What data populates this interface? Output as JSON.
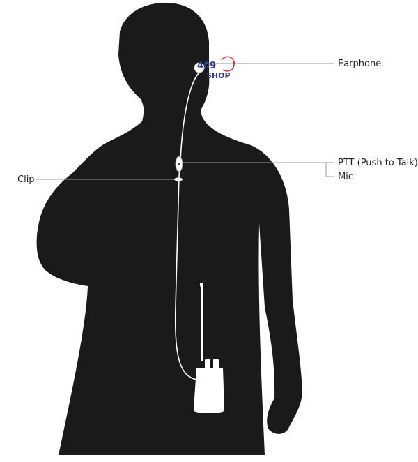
{
  "labels": {
    "earphone": "Earphone",
    "ptt": "PTT (Push to Talk)",
    "mic": "Mic",
    "clip": "Clip"
  },
  "logo": {
    "number": "409",
    "word": "SHOP"
  },
  "colors": {
    "silhouette": "#1a1a1a",
    "background": "#ffffff",
    "cable": "#ffffff",
    "leader_line": "#9a9a9a",
    "logo_blue": "#2b3a8f",
    "logo_red": "#d23a3a",
    "label_text": "#222222"
  },
  "icons": [
    "person-silhouette",
    "earphone-icon",
    "ptt-button-icon",
    "clip-icon",
    "radio-icon"
  ]
}
